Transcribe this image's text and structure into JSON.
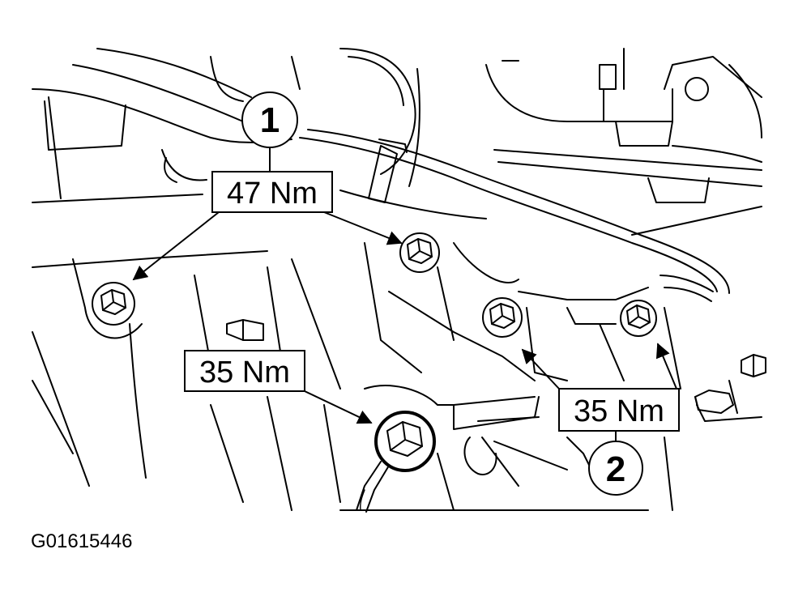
{
  "callouts": [
    {
      "number": "1",
      "torque": "47 Nm"
    },
    {
      "number": "2",
      "torque": "35 Nm"
    }
  ],
  "torque_single": "35 Nm",
  "figure_id": "G01615446",
  "colors": {
    "line": "#000000",
    "background": "#ffffff"
  }
}
